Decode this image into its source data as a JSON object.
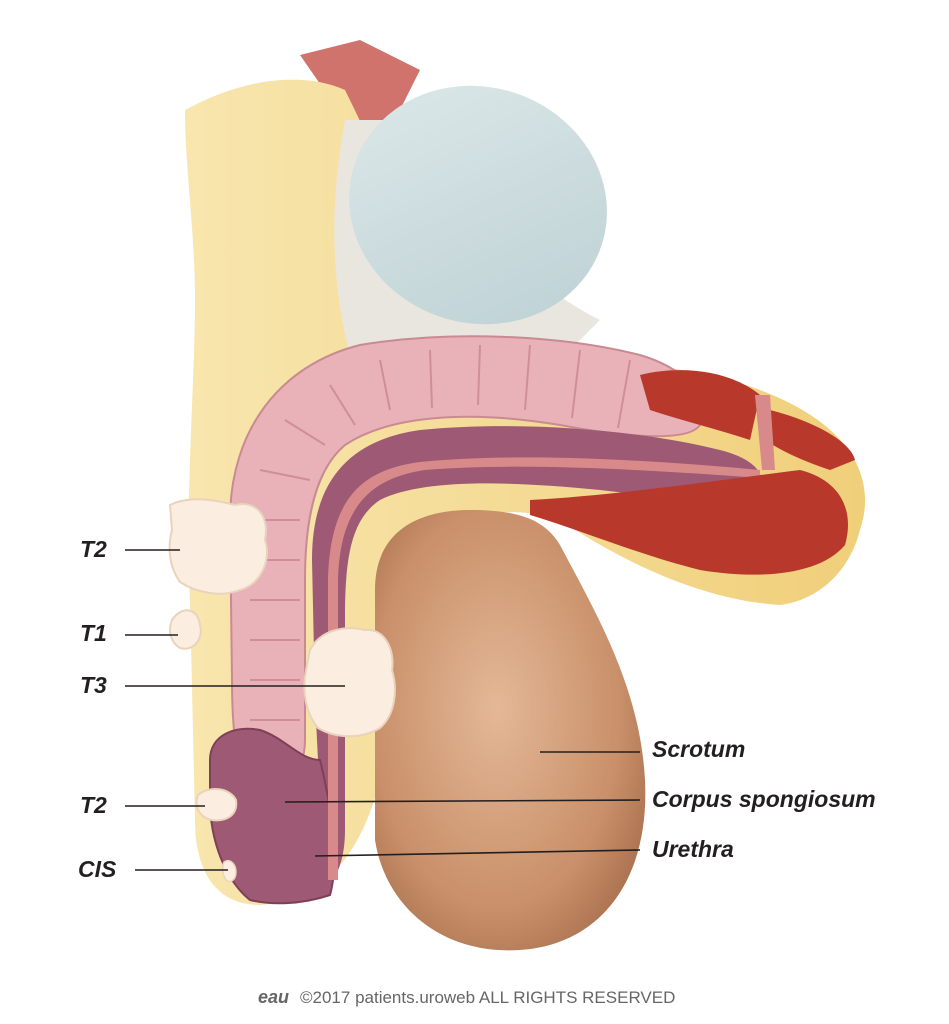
{
  "labels": {
    "left": [
      "T2",
      "T1",
      "T3",
      "T2",
      "CIS"
    ],
    "right": [
      "Scrotum",
      "Corpus spongiosum",
      "Urethra"
    ]
  },
  "footer": {
    "logo": "eau",
    "copyright": "©2017 patients.uroweb ALL RIGHTS RESERVED"
  },
  "colors": {
    "fat": "#f4d88e",
    "erectile": "#e9b1b8",
    "spongiosum": "#9e5a74",
    "urethra": "#d88a8a",
    "scrotum": "#c9906a",
    "bladder": "#cfdfe1",
    "muscle": "#b8382b",
    "tumor": "#fbeee0"
  },
  "icons": [
    "eau-logo"
  ]
}
